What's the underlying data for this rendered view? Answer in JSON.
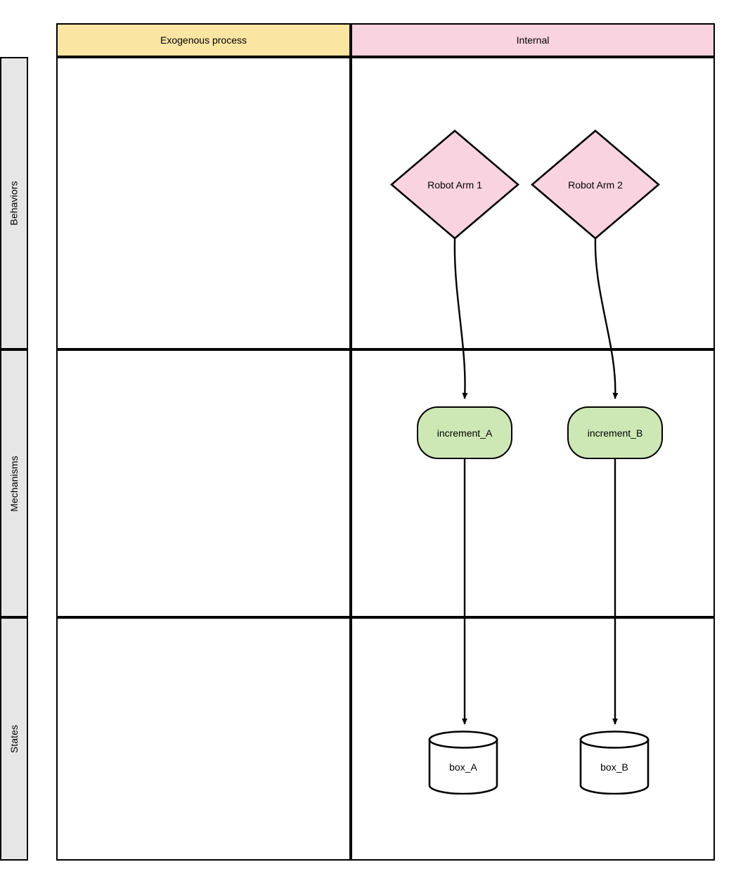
{
  "diagram": {
    "type": "swimlane-flowchart",
    "columns": [
      {
        "id": "exogenous",
        "label": "Exogenous process",
        "color": "#fbe5a2"
      },
      {
        "id": "internal",
        "label": "Internal",
        "color": "#fad3e0"
      }
    ],
    "rows": [
      {
        "id": "behaviors",
        "label": "Behaviors",
        "color": "#e6e6e6"
      },
      {
        "id": "mechanisms",
        "label": "Mechanisms",
        "color": "#e6e6e6"
      },
      {
        "id": "states",
        "label": "States",
        "color": "#e6e6e6"
      }
    ],
    "nodes": [
      {
        "id": "robot_arm_1",
        "label": "Robot Arm 1",
        "shape": "diamond",
        "row": "behaviors",
        "column": "internal",
        "fill": "#fad3e0",
        "stroke": "#000000"
      },
      {
        "id": "robot_arm_2",
        "label": "Robot Arm 2",
        "shape": "diamond",
        "row": "behaviors",
        "column": "internal",
        "fill": "#fad3e0",
        "stroke": "#000000"
      },
      {
        "id": "increment_a",
        "label": "increment_A",
        "shape": "rounded-rectangle",
        "row": "mechanisms",
        "column": "internal",
        "fill": "#cde8b4",
        "stroke": "#000000"
      },
      {
        "id": "increment_b",
        "label": "increment_B",
        "shape": "rounded-rectangle",
        "row": "mechanisms",
        "column": "internal",
        "fill": "#cde8b4",
        "stroke": "#000000"
      },
      {
        "id": "box_a",
        "label": "box_A",
        "shape": "cylinder",
        "row": "states",
        "column": "internal",
        "fill": "#ffffff",
        "stroke": "#000000"
      },
      {
        "id": "box_b",
        "label": "box_B",
        "shape": "cylinder",
        "row": "states",
        "column": "internal",
        "fill": "#ffffff",
        "stroke": "#000000"
      }
    ],
    "edges": [
      {
        "from": "robot_arm_1",
        "to": "increment_a",
        "style": "curved",
        "arrow": "filled-triangle"
      },
      {
        "from": "robot_arm_2",
        "to": "increment_b",
        "style": "curved",
        "arrow": "filled-triangle"
      },
      {
        "from": "increment_a",
        "to": "box_a",
        "style": "straight",
        "arrow": "filled-triangle"
      },
      {
        "from": "increment_b",
        "to": "box_b",
        "style": "straight",
        "arrow": "filled-triangle"
      }
    ]
  }
}
